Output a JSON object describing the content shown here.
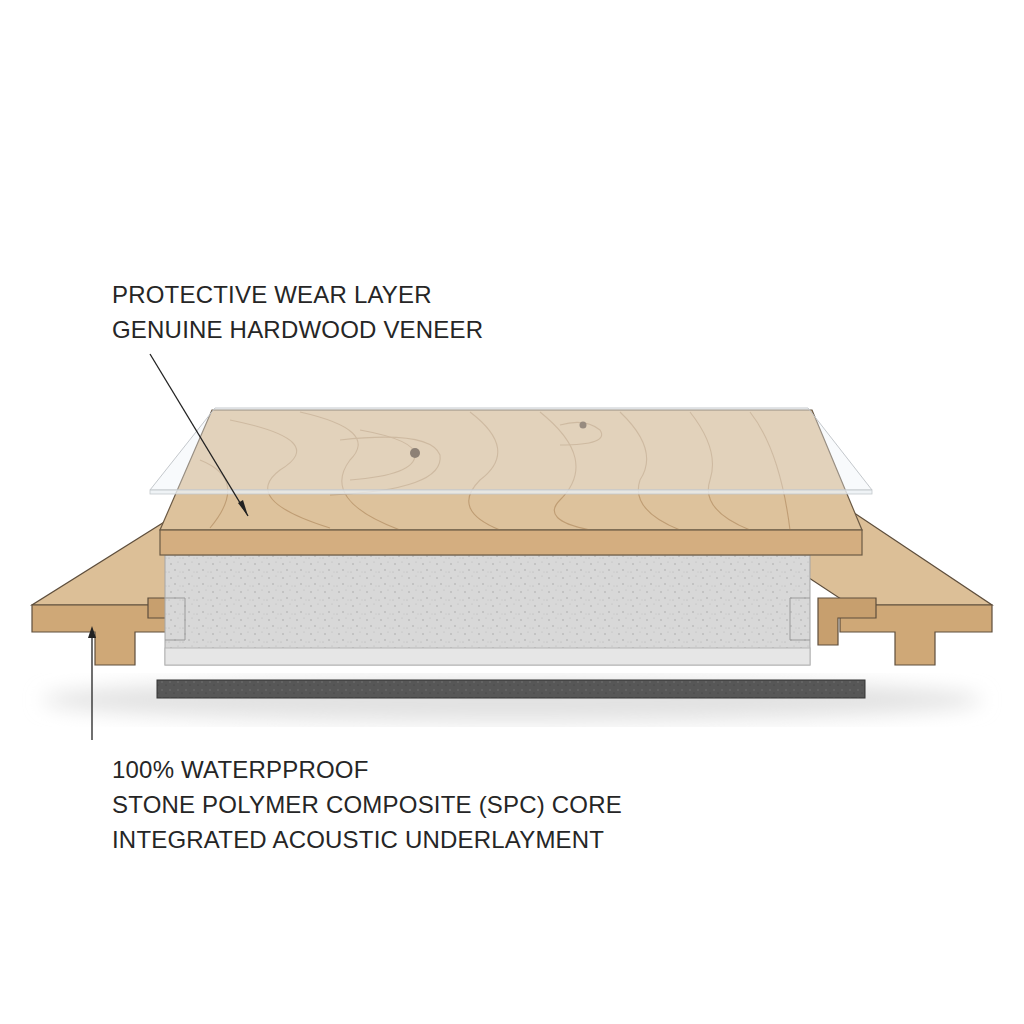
{
  "diagram": {
    "labels": [
      "PROTECTIVE WEAR LAYER",
      "GENUINE HARDWOOD VENEER",
      "100% WATERPPROOF",
      "STONE POLYMER COMPOSITE (SPC) CORE",
      "INTEGRATED ACOUSTIC UNDERLAYMENT"
    ]
  }
}
